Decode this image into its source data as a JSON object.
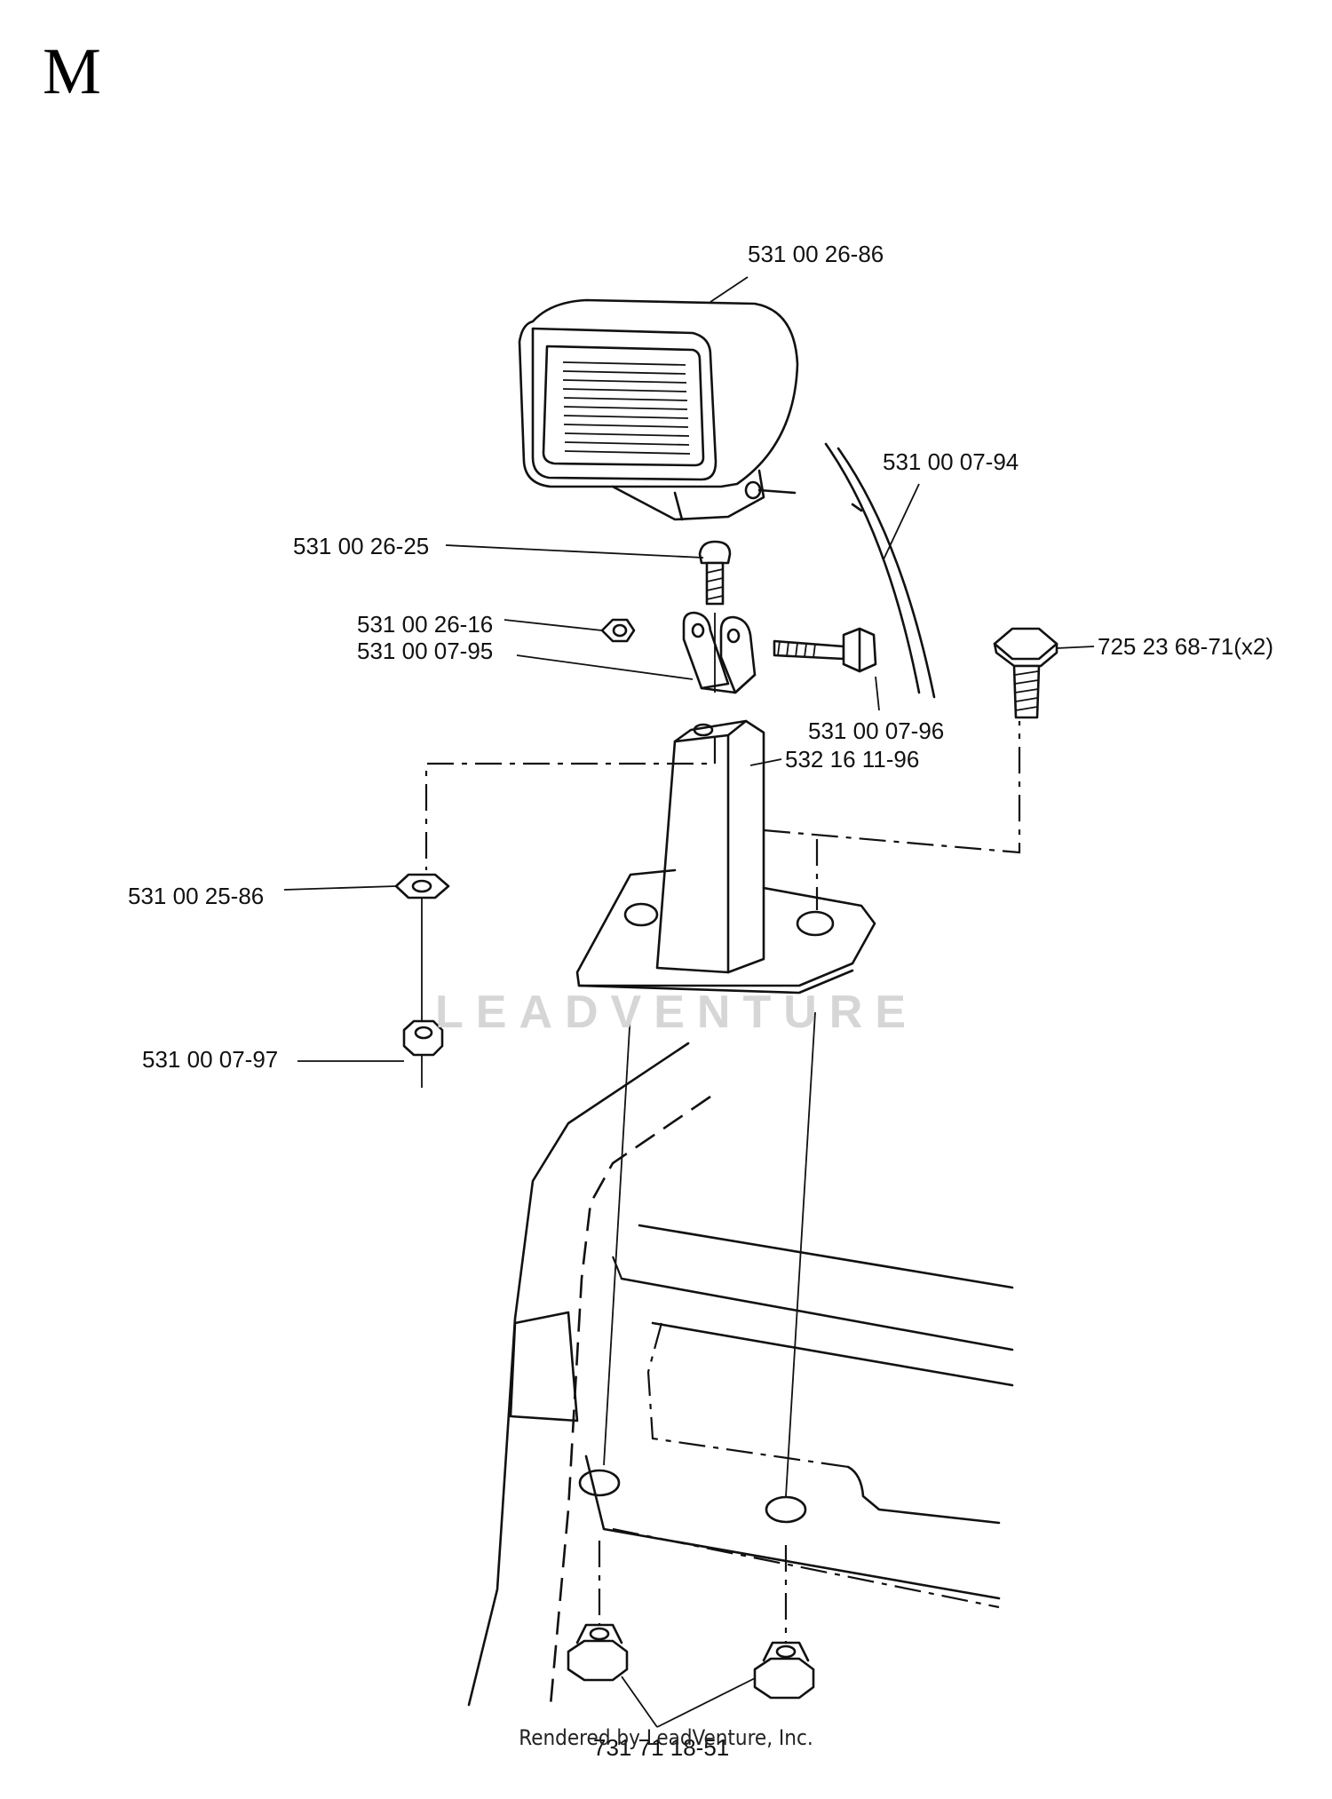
{
  "page": {
    "letter": "M",
    "footer": "Rendered by LeadVenture, Inc.",
    "watermark": "LEADVENTURE"
  },
  "labels": {
    "lamp": "531 00 26-86",
    "cable": "531 00 07-94",
    "carriage_bolt": "531 00 26-25",
    "nut_small": "531 00 26-16",
    "bracket": "531 00 07-95",
    "bolt": "531 00 07-96",
    "post": "532 16 11-96",
    "screw": "725 23 68-71(x2)",
    "washer": "531 00 25-86",
    "lock_nut": "531 00 07-97",
    "flange_nut": "731 71 18-51"
  }
}
